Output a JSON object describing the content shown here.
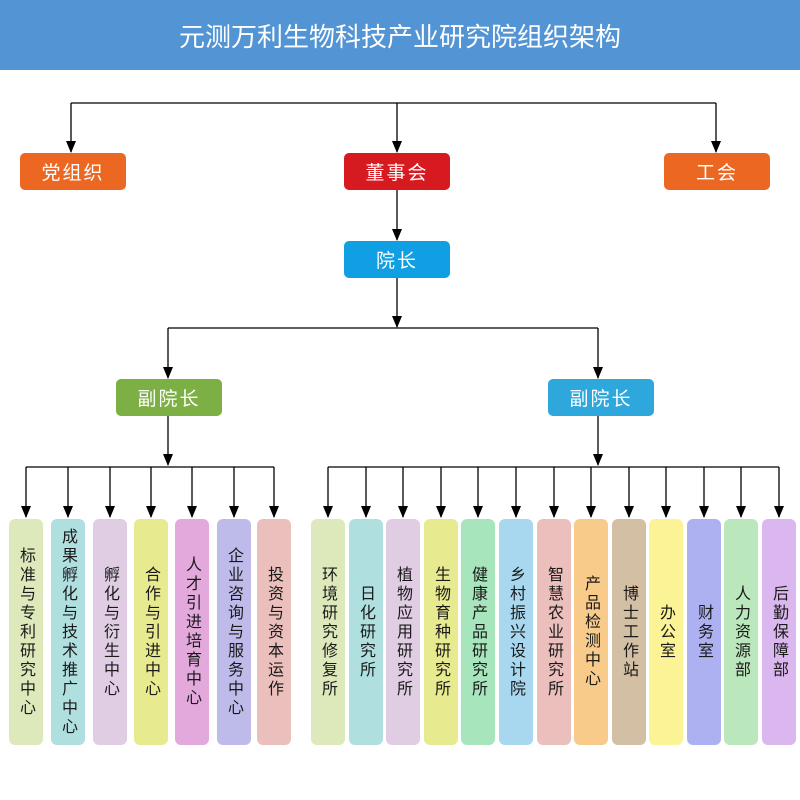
{
  "header": {
    "title": "元测万利生物科技产业研究院组织架构"
  },
  "colors": {
    "header_bg": "#5394d4",
    "party": "#ec6722",
    "board": "#d71920",
    "union": "#ec6722",
    "president": "#109fe3",
    "vp_left": "#7db044",
    "vp_right": "#2ea8dc"
  },
  "top": {
    "party": "党组织",
    "board": "董事会",
    "union": "工会"
  },
  "president": "院长",
  "vice_presidents": {
    "left": "副院长",
    "right": "副院长"
  },
  "left_units": [
    {
      "label": "标准与专利研究中心",
      "color": "#dde9bb"
    },
    {
      "label": "成果孵化与技术推广中心",
      "color": "#b0dfe0"
    },
    {
      "label": "孵化与衍生中心",
      "color": "#e0cde4"
    },
    {
      "label": "合作与引进中心",
      "color": "#e8ea8f"
    },
    {
      "label": "人才引进培育中心",
      "color": "#e3a8dc"
    },
    {
      "label": "企业咨询与服务中心",
      "color": "#bebbea"
    },
    {
      "label": "投资与资本运作",
      "color": "#ebbfbc"
    }
  ],
  "right_units": [
    {
      "label": "环境研究修复所",
      "color": "#dde9bb"
    },
    {
      "label": "日化研究所",
      "color": "#b0dfe0"
    },
    {
      "label": "植物应用研究所",
      "color": "#e0cde4"
    },
    {
      "label": "生物育种研究所",
      "color": "#e8ea8f"
    },
    {
      "label": "健康产品研究所",
      "color": "#a7e5bc"
    },
    {
      "label": "乡村振兴设计院",
      "color": "#a8d8f0"
    },
    {
      "label": "智慧农业研究所",
      "color": "#ebbfbc"
    },
    {
      "label": "产品检测中心",
      "color": "#f8cb8b"
    },
    {
      "label": "博士工作站",
      "color": "#d3bfa4"
    },
    {
      "label": "办公室",
      "color": "#fcf396"
    },
    {
      "label": "财务室",
      "color": "#adb1f1"
    },
    {
      "label": "人力资源部",
      "color": "#bbe7bc"
    },
    {
      "label": "后勤保障部",
      "color": "#dbb7f0"
    }
  ]
}
